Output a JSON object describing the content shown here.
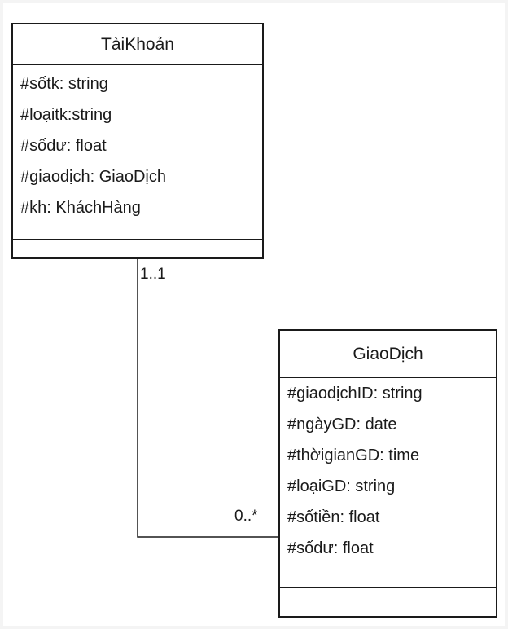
{
  "diagram": {
    "classes": [
      {
        "name": "TàiKhoản",
        "attributes": [
          "#sốtk: string",
          "#loạitk:string",
          "#sốdư: float",
          "#giaodịch: GiaoDịch",
          "#kh: KháchHàng"
        ]
      },
      {
        "name": "GiaoDịch",
        "attributes": [
          "#giaodịchID: string",
          "#ngàyGD: date",
          "#thờigianGD: time",
          "#loạiGD: string",
          "#sốtiền: float",
          "#sốdư: float"
        ]
      }
    ],
    "association": {
      "source_multiplicity": "1..1",
      "target_multiplicity": "0..*"
    }
  }
}
